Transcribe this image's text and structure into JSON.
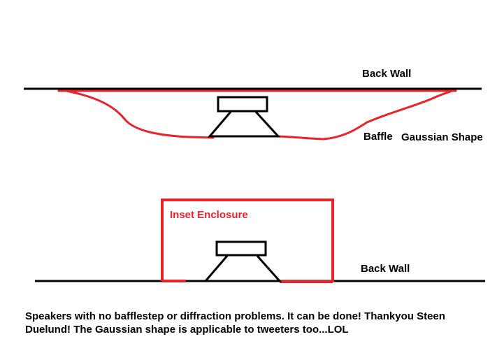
{
  "colors": {
    "wall_line": "#000000",
    "baffle_outline": "#e8242b",
    "enclosure_outline": "#e8242b",
    "enclosure_label": "#e8242b",
    "driver_outline": "#000000"
  },
  "top_diagram": {
    "back_wall_label": "Back Wall",
    "baffle_label": "Baffle",
    "shape_label": "Gaussian Shape",
    "driver_icon": "speaker-driver-icon"
  },
  "bottom_diagram": {
    "enclosure_label": "Inset Enclosure",
    "back_wall_label": "Back Wall",
    "driver_icon": "speaker-driver-icon"
  },
  "caption": "Speakers with no bafflestep or diffraction problems. It can be done! Thankyou Steen Duelund! The Gaussian shape is applicable to tweeters too...LOL"
}
